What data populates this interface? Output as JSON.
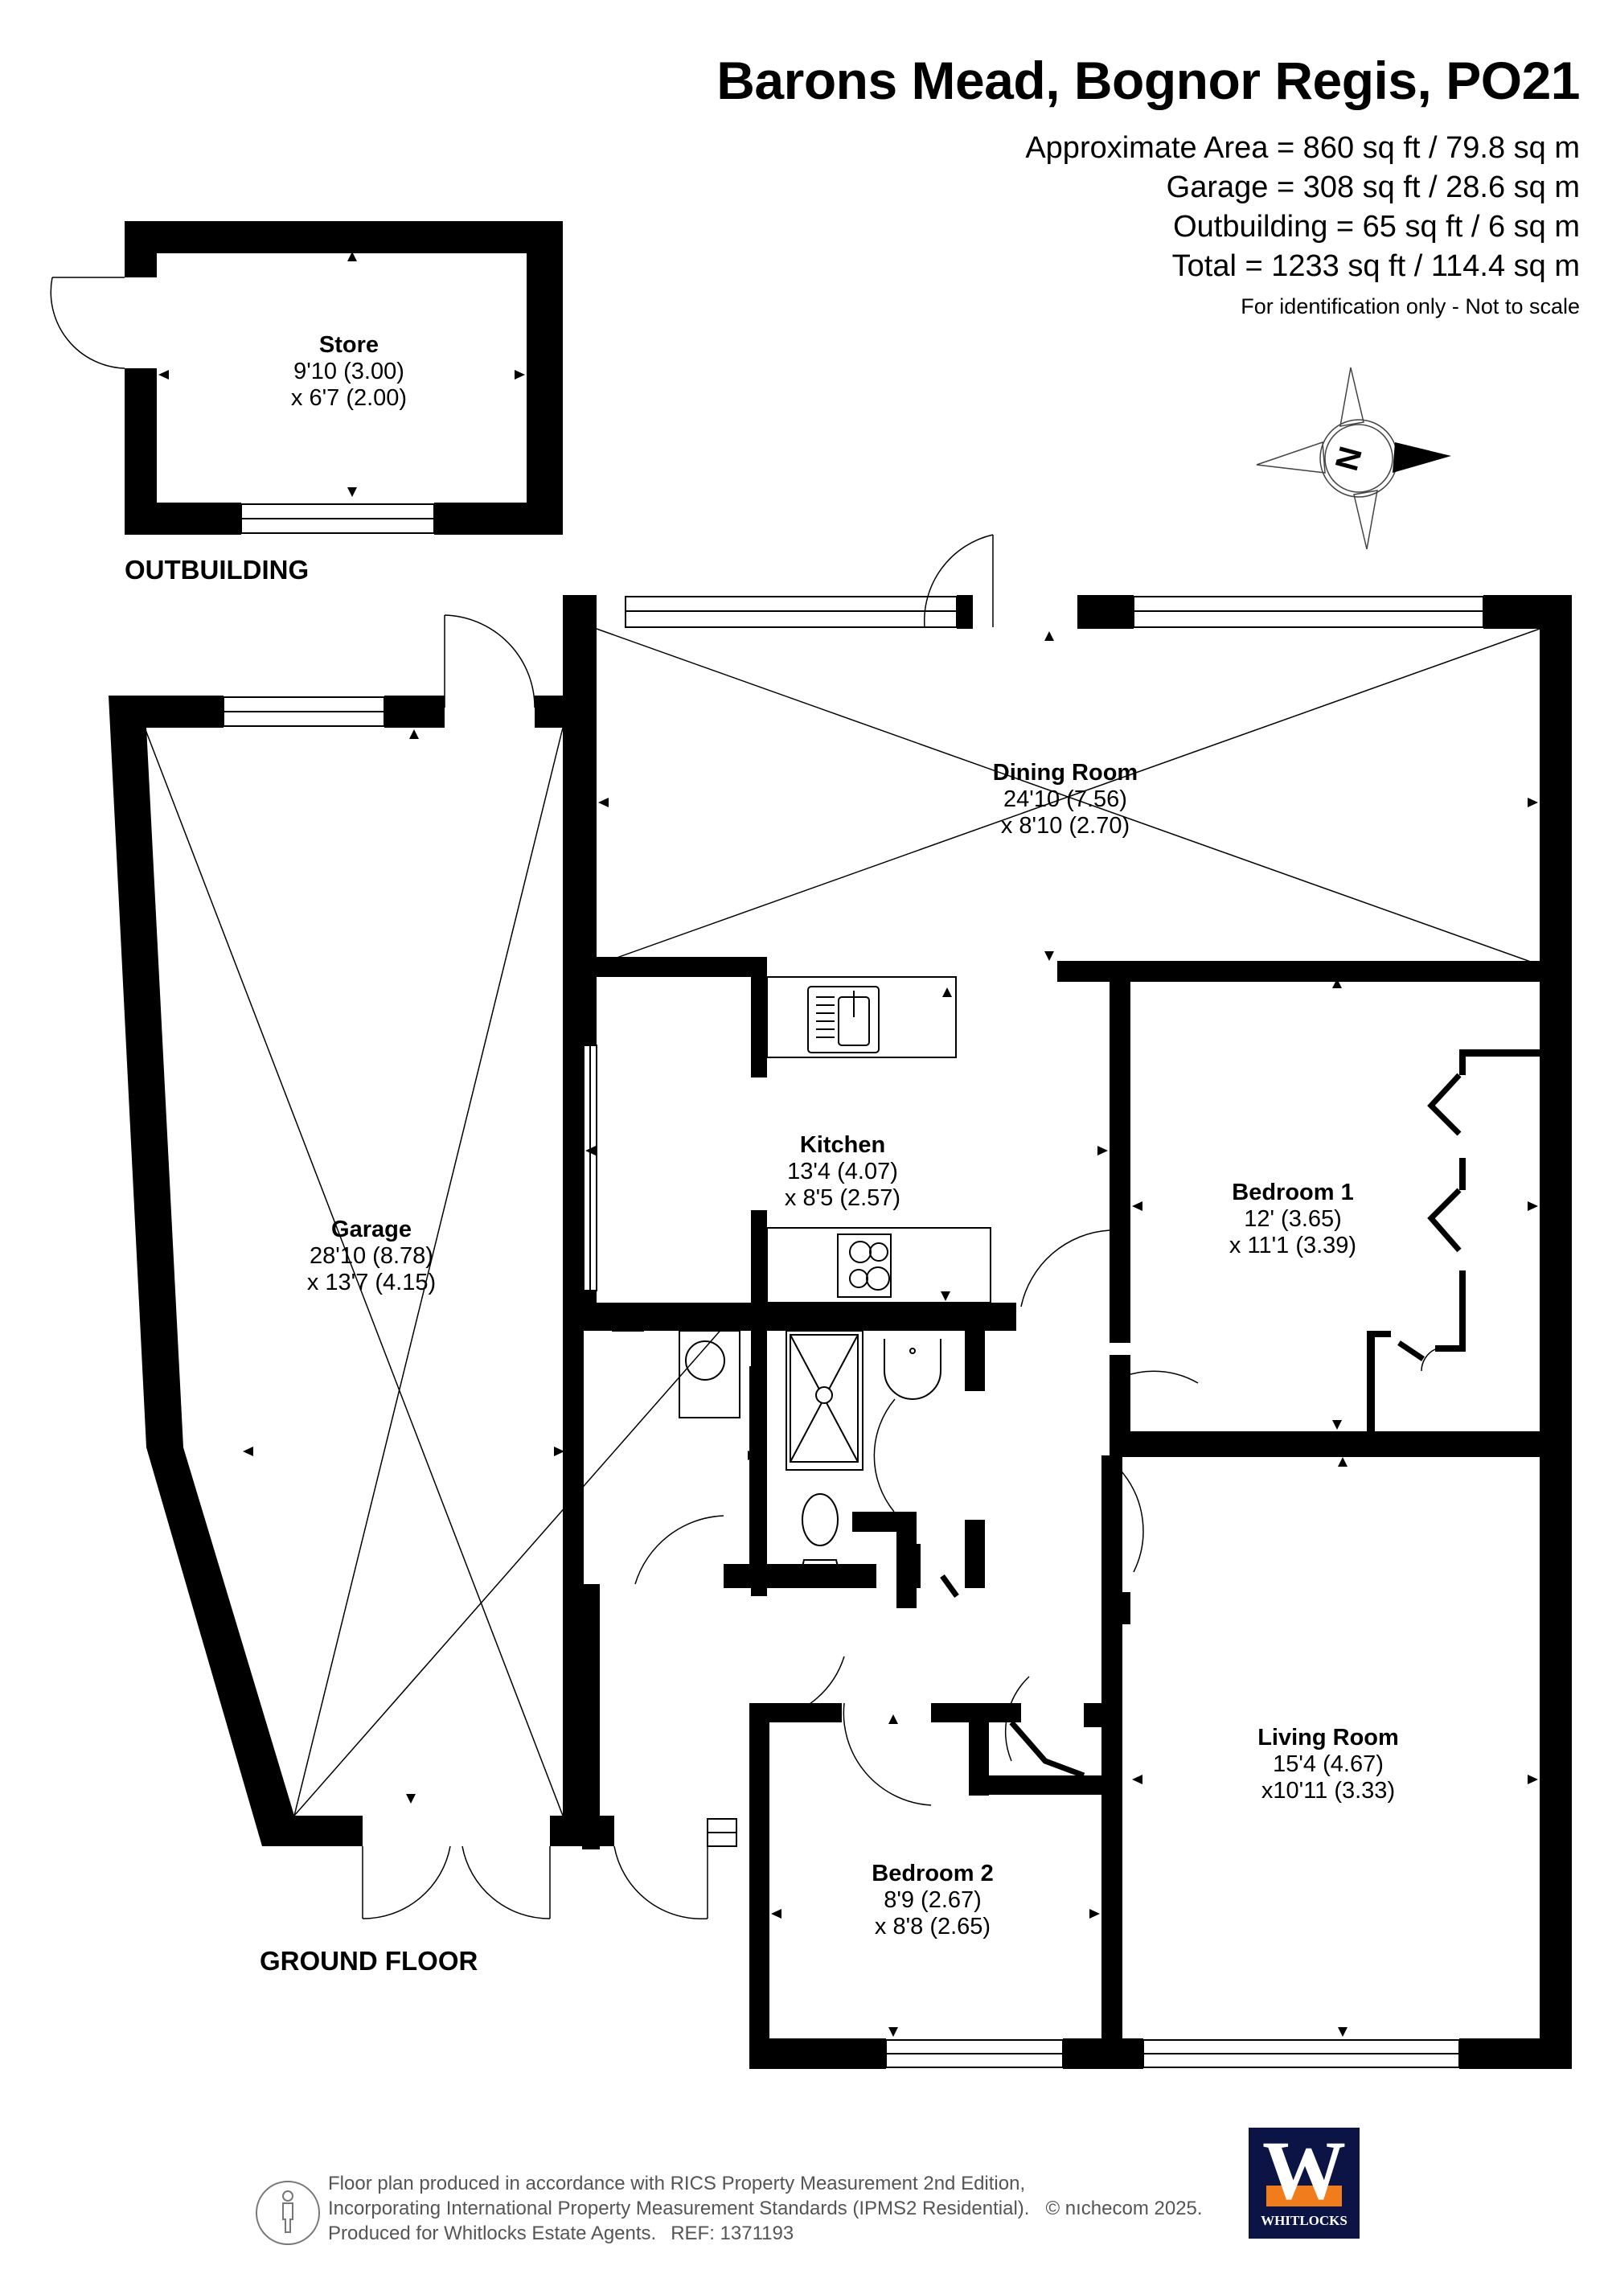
{
  "header": {
    "title": "Barons Mead, Bognor Regis, PO21",
    "areas": [
      "Approximate Area = 860 sq ft / 79.8 sq m",
      "Garage = 308 sq ft / 28.6 sq m",
      "Outbuilding = 65 sq ft / 6 sq m",
      "Total = 1233 sq ft / 114.4 sq m"
    ],
    "note": "For identification only - Not to scale"
  },
  "compass": {
    "label": "N",
    "icon": "compass-rose-icon"
  },
  "floors": {
    "outbuilding": "OUTBUILDING",
    "ground": "GROUND FLOOR"
  },
  "rooms": {
    "store": {
      "name": "Store",
      "dim1": "9'10 (3.00)",
      "dim2": "x 6'7 (2.00)"
    },
    "dining": {
      "name": "Dining Room",
      "dim1": "24'10 (7.56)",
      "dim2": "x 8'10 (2.70)"
    },
    "kitchen": {
      "name": "Kitchen",
      "dim1": "13'4 (4.07)",
      "dim2": "x 8'5 (2.57)"
    },
    "bedroom1": {
      "name": "Bedroom 1",
      "dim1": "12' (3.65)",
      "dim2": "x 11'1 (3.39)"
    },
    "garage": {
      "name": "Garage",
      "dim1": "28'10 (8.78)",
      "dim2": "x 13'7 (4.15)"
    },
    "living": {
      "name": "Living Room",
      "dim1": "15'4 (4.67)",
      "dim2": "x10'11 (3.33)"
    },
    "bedroom2": {
      "name": "Bedroom 2",
      "dim1": "8'9 (2.67)",
      "dim2": "x 8'8 (2.65)"
    }
  },
  "footer": {
    "line1": "Floor plan produced in accordance with RICS Property Measurement 2nd Edition,",
    "line2": "Incorporating International Property Measurement Standards (IPMS2 Residential).",
    "copyright": "© nıchecom 2025.",
    "line3": "Produced for Whitlocks Estate Agents.",
    "ref": "REF: 1371193"
  },
  "logo": {
    "letter": "W",
    "name": "WHITLOCKS",
    "bg": "#0c1445",
    "accent": "#f07c1c"
  }
}
